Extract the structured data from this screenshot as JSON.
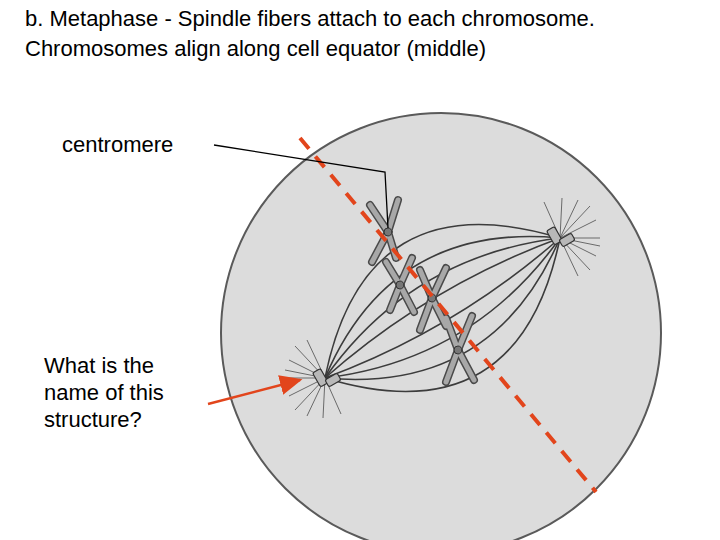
{
  "diagram": {
    "title": "b. Metaphase - Spindle fibers attach to each chromosome. Chromosomes align along cell equator (middle)",
    "labels": [
      "centromere",
      "What is the name of this structure?"
    ]
  }
}
